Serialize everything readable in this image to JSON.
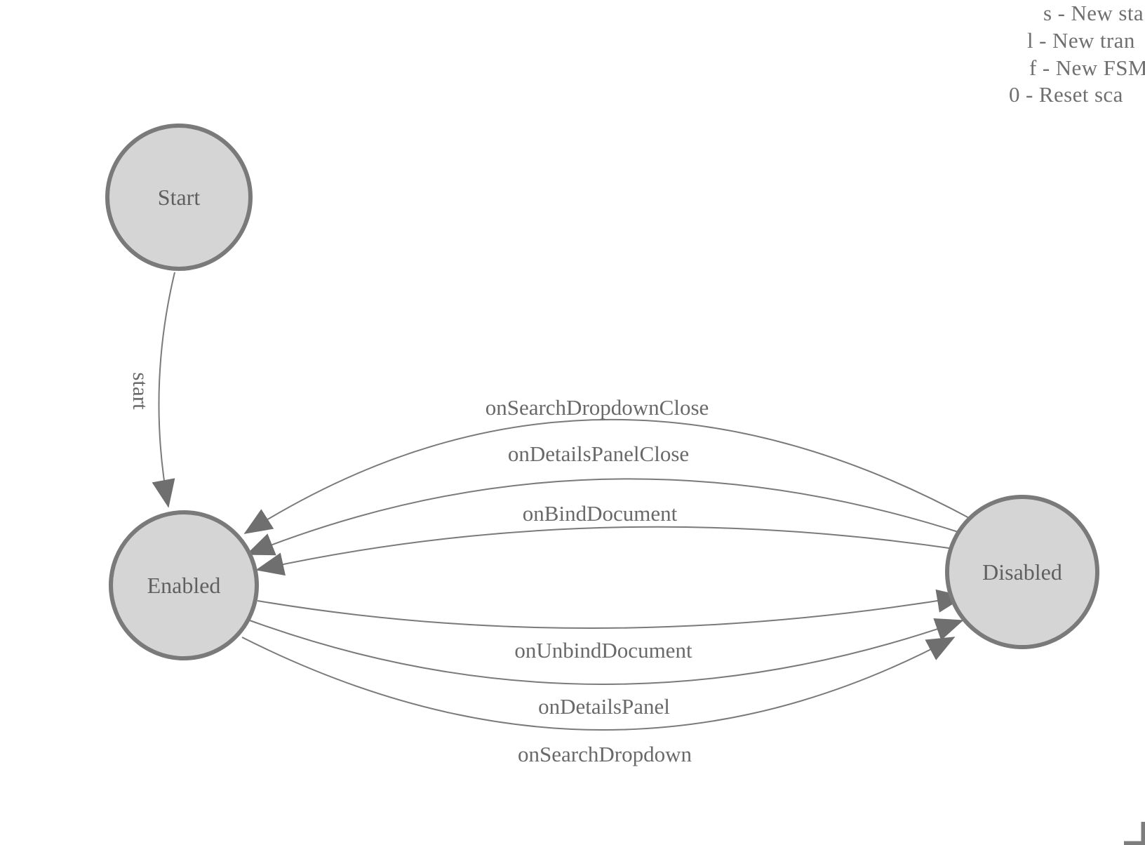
{
  "legend": {
    "lines": [
      "s - New sta",
      "l - New tran",
      "f - New FSM",
      "0 - Reset sca"
    ]
  },
  "diagram": {
    "states": [
      {
        "id": "start",
        "label": "Start"
      },
      {
        "id": "enabled",
        "label": "Enabled"
      },
      {
        "id": "disabled",
        "label": "Disabled"
      }
    ],
    "transitions": [
      {
        "label": "start",
        "from": "Start",
        "to": "Enabled"
      },
      {
        "label": "onSearchDropdownClose",
        "from": "Disabled",
        "to": "Enabled"
      },
      {
        "label": "onDetailsPanelClose",
        "from": "Disabled",
        "to": "Enabled"
      },
      {
        "label": "onBindDocument",
        "from": "Disabled",
        "to": "Enabled"
      },
      {
        "label": "onUnbindDocument",
        "from": "Enabled",
        "to": "Disabled"
      },
      {
        "label": "onDetailsPanel",
        "from": "Enabled",
        "to": "Disabled"
      },
      {
        "label": "onSearchDropdown",
        "from": "Enabled",
        "to": "Disabled"
      }
    ],
    "colors": {
      "node_fill": "#d5d5d5",
      "node_stroke": "#7a7a7a",
      "edge_stroke": "#7a7a7a",
      "arrow_fill": "#6f6f6f",
      "edge_label_text": "#696969",
      "node_label_text": "#606060",
      "legend_text": "#6f6f6f"
    }
  }
}
